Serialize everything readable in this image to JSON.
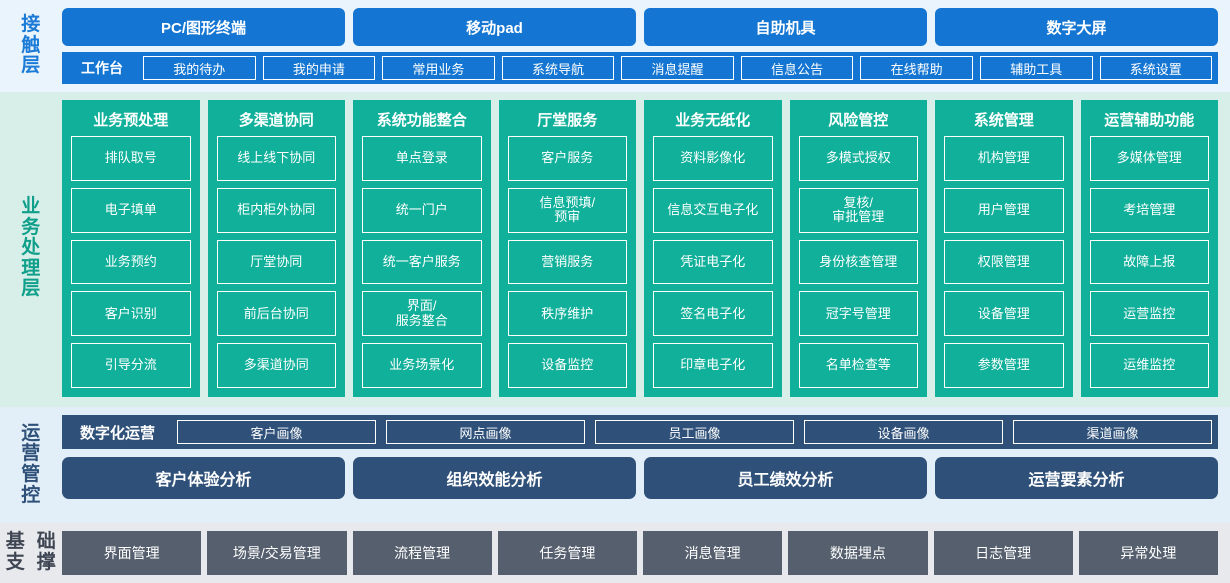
{
  "layers": {
    "contact": {
      "label": "接触层",
      "channels": [
        "PC/图形终端",
        "移动pad",
        "自助机具",
        "数字大屏"
      ],
      "workbench_title": "工作台",
      "workbench_items": [
        "我的待办",
        "我的申请",
        "常用业务",
        "系统导航",
        "消息提醒",
        "信息公告",
        "在线帮助",
        "辅助工具",
        "系统设置"
      ]
    },
    "business": {
      "label": "业务处理层",
      "columns": [
        {
          "title": "业务预处理",
          "items": [
            "排队取号",
            "电子填单",
            "业务预约",
            "客户识别",
            "引导分流"
          ]
        },
        {
          "title": "多渠道协同",
          "items": [
            "线上线下协同",
            "柜内柜外协同",
            "厅堂协同",
            "前后台协同",
            "多渠道协同"
          ]
        },
        {
          "title": "系统功能整合",
          "items": [
            "单点登录",
            "统一门户",
            "统一客户服务",
            "界面/服务整合",
            "业务场景化"
          ]
        },
        {
          "title": "厅堂服务",
          "items": [
            "客户服务",
            "信息预填/预审",
            "营销服务",
            "秩序维护",
            "设备监控"
          ]
        },
        {
          "title": "业务无纸化",
          "items": [
            "资料影像化",
            "信息交互电子化",
            "凭证电子化",
            "签名电子化",
            "印章电子化"
          ]
        },
        {
          "title": "风险管控",
          "items": [
            "多模式授权",
            "复核/审批管理",
            "身份核查管理",
            "冠字号管理",
            "名单检查等"
          ]
        },
        {
          "title": "系统管理",
          "items": [
            "机构管理",
            "用户管理",
            "权限管理",
            "设备管理",
            "参数管理"
          ]
        },
        {
          "title": "运营辅助功能",
          "items": [
            "多媒体管理",
            "考培管理",
            "故障上报",
            "运营监控",
            "运维监控"
          ]
        }
      ]
    },
    "operations": {
      "label": "运营管控",
      "digital_title": "数字化运营",
      "portraits": [
        "客户画像",
        "网点画像",
        "员工画像",
        "设备画像",
        "渠道画像"
      ],
      "analyses": [
        "客户体验分析",
        "组织效能分析",
        "员工绩效分析",
        "运营要素分析"
      ]
    },
    "foundation": {
      "label": "基础支撑",
      "items": [
        "界面管理",
        "场景/交易管理",
        "流程管理",
        "任务管理",
        "消息管理",
        "数据埋点",
        "日志管理",
        "异常处理"
      ]
    }
  },
  "colors": {
    "contact_blue": "#1476d2",
    "contact_band": "#eaf4fd",
    "business_teal": "#10b09a",
    "business_band": "#d8eee8",
    "ops_navy": "#2f5179",
    "ops_band": "#e3eff8",
    "foundation_gray": "#555f6e",
    "foundation_band": "#e8e9ec"
  }
}
